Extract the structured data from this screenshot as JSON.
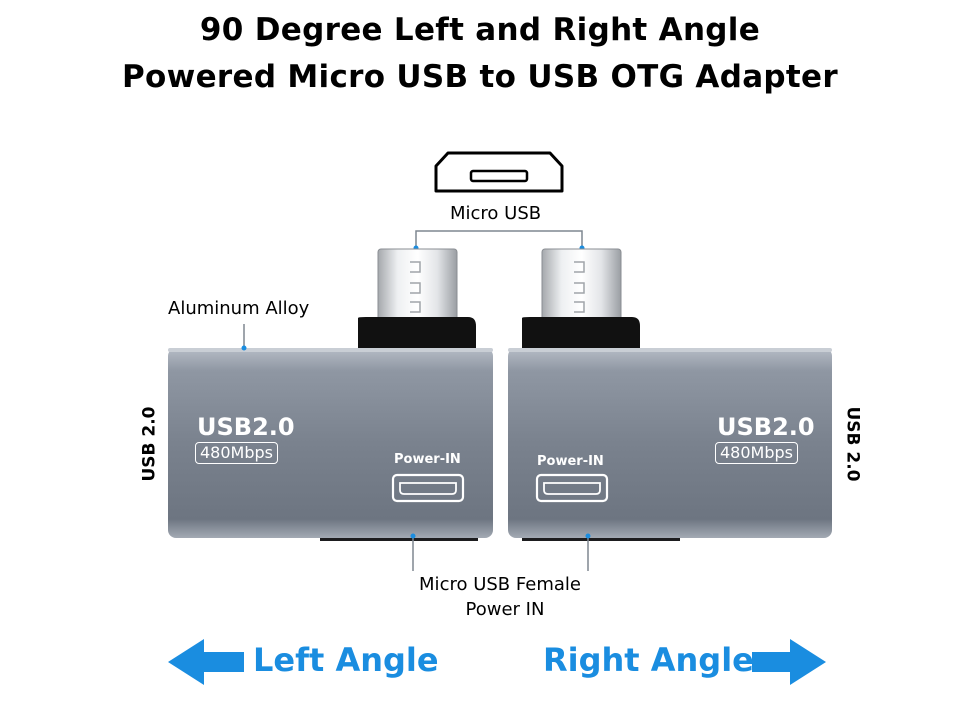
{
  "title": {
    "line1": "90 Degree Left and Right Angle",
    "line2": "Powered Micro USB to USB OTG Adapter"
  },
  "labels": {
    "micro_usb": "Micro USB",
    "aluminum_alloy": "Aluminum Alloy",
    "usb_side_left": "USB 2.0",
    "usb_side_right": "USB 2.0",
    "female_line1": "Micro USB Female",
    "female_line2": "Power IN"
  },
  "adapters": {
    "left": {
      "usb": "USB2.0",
      "speed": "480Mbps",
      "power": "Power-IN"
    },
    "right": {
      "usb": "USB2.0",
      "speed": "480Mbps",
      "power": "Power-IN"
    }
  },
  "angles": {
    "left": "Left Angle",
    "right": "Right Angle"
  },
  "colors": {
    "accent": "#1a8de0",
    "body": "#7d8592",
    "connector": "#111111"
  },
  "icons": {
    "micro_usb": "micro-usb-port-icon",
    "left_arrow": "left-arrow-icon",
    "right_arrow": "right-arrow-icon"
  }
}
